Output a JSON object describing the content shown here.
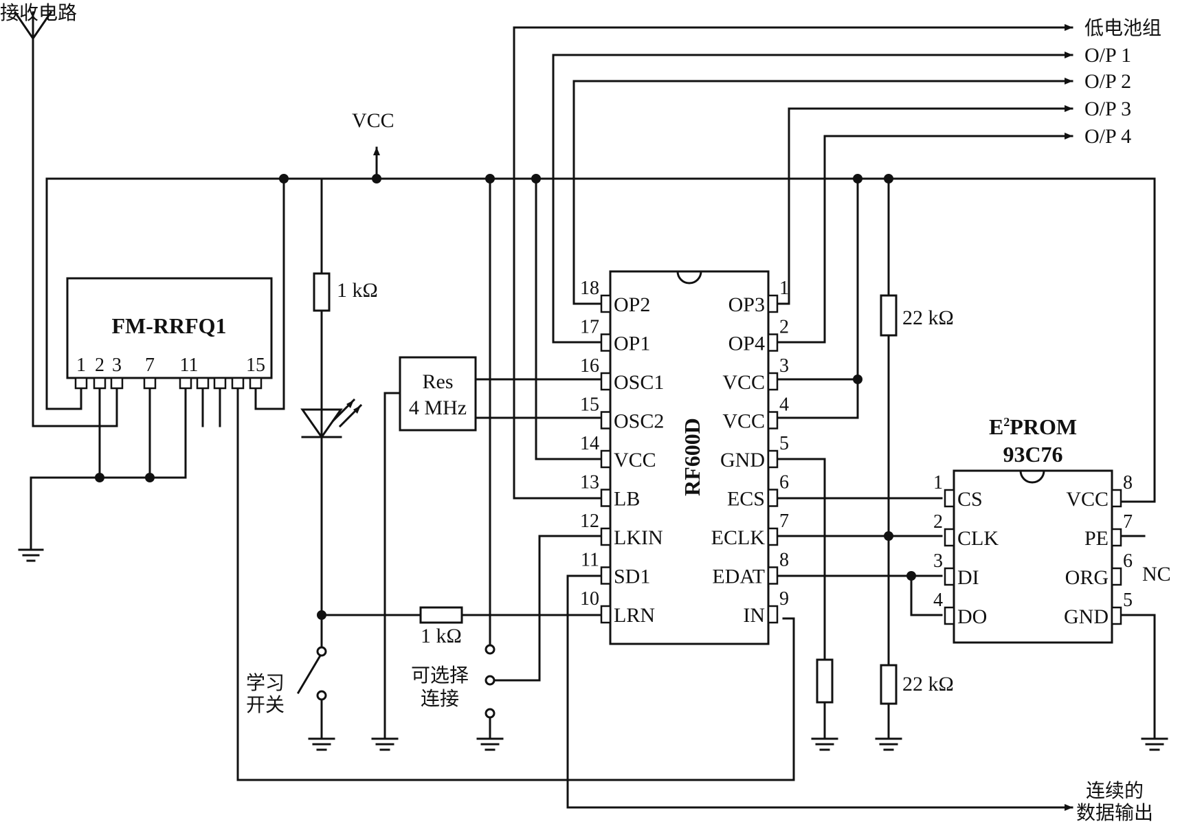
{
  "labels": {
    "antenna": "接收电路",
    "vcc_supply": "VCC",
    "module": "FM-RRFQ1",
    "module_pins": [
      "1",
      "2",
      "3",
      "7",
      "11",
      "15"
    ],
    "r_led": "1 kΩ",
    "r_learn": "1 kΩ",
    "resonator_line1": "Res",
    "resonator_line2": "4 MHz",
    "r_pull1": "22 kΩ",
    "r_pull2": "22 kΩ",
    "learn_switch_line1": "学习",
    "learn_switch_line2": "开关",
    "optional_line1": "可选择",
    "optional_line2": "连接",
    "data_out_line1": "连续的",
    "data_out_line2": "数据输出",
    "nc": "NC"
  },
  "outputs": [
    "低电池组",
    "O/P 1",
    "O/P 2",
    "O/P 3",
    "O/P 4"
  ],
  "decoder": {
    "name": "RF600D",
    "left_pins": [
      {
        "num": "18",
        "label": "OP2"
      },
      {
        "num": "17",
        "label": "OP1"
      },
      {
        "num": "16",
        "label": "OSC1"
      },
      {
        "num": "15",
        "label": "OSC2"
      },
      {
        "num": "14",
        "label": "VCC"
      },
      {
        "num": "13",
        "label": "LB"
      },
      {
        "num": "12",
        "label": "LKIN"
      },
      {
        "num": "11",
        "label": "SD1"
      },
      {
        "num": "10",
        "label": "LRN"
      }
    ],
    "right_pins": [
      {
        "num": "1",
        "label": "OP3"
      },
      {
        "num": "2",
        "label": "OP4"
      },
      {
        "num": "3",
        "label": "VCC"
      },
      {
        "num": "4",
        "label": "VCC"
      },
      {
        "num": "5",
        "label": "GND"
      },
      {
        "num": "6",
        "label": "ECS"
      },
      {
        "num": "7",
        "label": "ECLK"
      },
      {
        "num": "8",
        "label": "EDAT"
      },
      {
        "num": "9",
        "label": "IN"
      }
    ]
  },
  "eeprom": {
    "title_prefix": "E",
    "title_sup": "2",
    "title_suffix": "PROM",
    "part": "93C76",
    "left_pins": [
      {
        "num": "1",
        "label": "CS"
      },
      {
        "num": "2",
        "label": "CLK"
      },
      {
        "num": "3",
        "label": "DI"
      },
      {
        "num": "4",
        "label": "DO"
      }
    ],
    "right_pins": [
      {
        "num": "8",
        "label": "VCC"
      },
      {
        "num": "7",
        "label": "PE"
      },
      {
        "num": "6",
        "label": "ORG"
      },
      {
        "num": "5",
        "label": "GND"
      }
    ]
  }
}
